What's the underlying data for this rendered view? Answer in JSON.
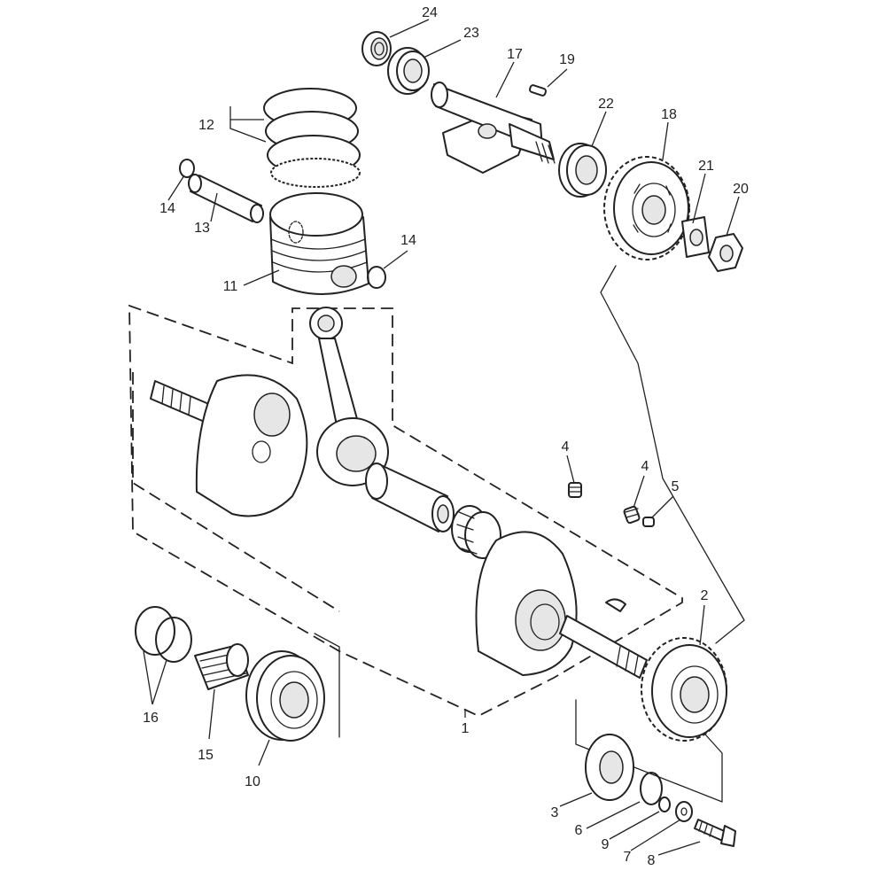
{
  "callouts": [
    {
      "id": "c24",
      "text": "24"
    },
    {
      "id": "c23",
      "text": "23"
    },
    {
      "id": "c17",
      "text": "17"
    },
    {
      "id": "c19",
      "text": "19"
    },
    {
      "id": "c22",
      "text": "22"
    },
    {
      "id": "c18",
      "text": "18"
    },
    {
      "id": "c21",
      "text": "21"
    },
    {
      "id": "c20",
      "text": "20"
    },
    {
      "id": "c12",
      "text": "12"
    },
    {
      "id": "c14a",
      "text": "14"
    },
    {
      "id": "c13",
      "text": "13"
    },
    {
      "id": "c14b",
      "text": "14"
    },
    {
      "id": "c11",
      "text": "11"
    },
    {
      "id": "c4a",
      "text": "4"
    },
    {
      "id": "c4b",
      "text": "4"
    },
    {
      "id": "c5",
      "text": "5"
    },
    {
      "id": "c2",
      "text": "2"
    },
    {
      "id": "c16",
      "text": "16"
    },
    {
      "id": "c15",
      "text": "15"
    },
    {
      "id": "c10",
      "text": "10"
    },
    {
      "id": "c1",
      "text": "1"
    },
    {
      "id": "c3",
      "text": "3"
    },
    {
      "id": "c6",
      "text": "6"
    },
    {
      "id": "c9",
      "text": "9"
    },
    {
      "id": "c7",
      "text": "7"
    },
    {
      "id": "c8",
      "text": "8"
    }
  ],
  "colors": {
    "line": "#222222",
    "background": "#ffffff",
    "shade": "#e6e6e6"
  }
}
